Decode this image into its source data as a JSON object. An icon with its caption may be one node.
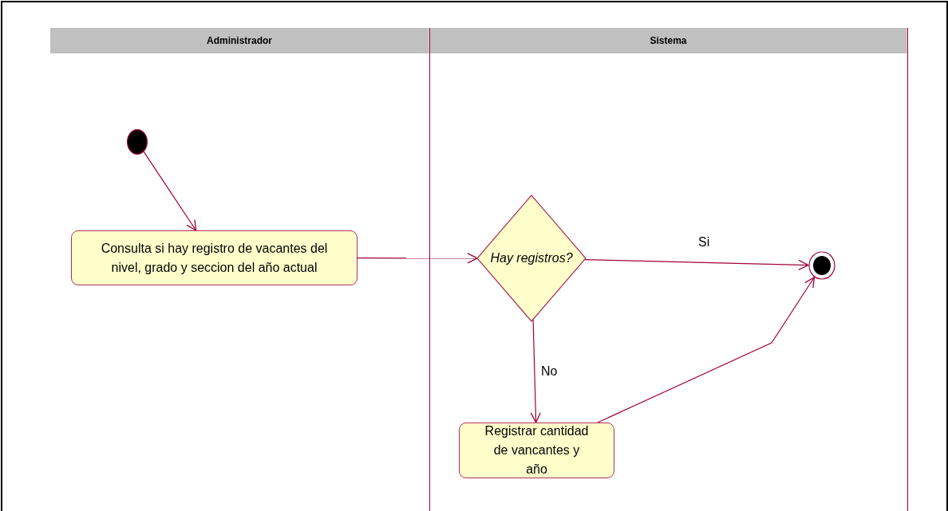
{
  "diagram": {
    "nodes": [
      {
        "text": [
          "Administrador"
        ]
      },
      {
        "text": [
          "Sistema"
        ]
      },
      {
        "text": [],
        "shape": "circle",
        "in": 0
      },
      {
        "text": [
          "Consulta si hay registro de vacantes del nivel, grado y seccion del año actual"
        ],
        "in": 0
      },
      {
        "text": [
          "Hay registros?"
        ],
        "in": 1
      },
      {
        "text": [],
        "shape": "circle",
        "in": 1
      },
      {
        "text": [
          "Registrar cantidad de vancantes y año"
        ],
        "in": 1
      }
    ],
    "edges": [
      {
        "from": 2,
        "to": 3,
        "arrow": "to"
      },
      {
        "from": 3,
        "to": 4,
        "arrow": "to"
      },
      {
        "from": 4,
        "to": 5,
        "arrow": "to",
        "label": "Si"
      },
      {
        "from": 4,
        "to": 6,
        "arrow": "to",
        "label": "No"
      },
      {
        "from": 6,
        "to": 5,
        "arrow": "to"
      }
    ]
  }
}
